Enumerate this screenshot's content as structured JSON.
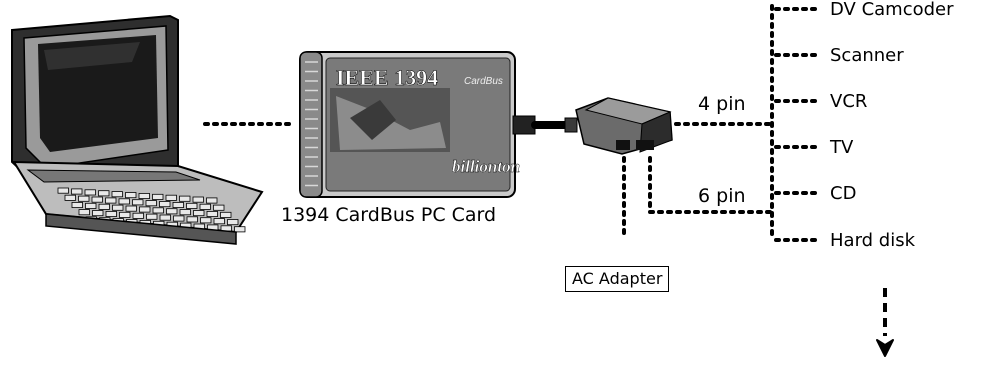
{
  "diagram": {
    "card": {
      "title": "IEEE 1394",
      "subtitle": "CardBus",
      "brand": "billionton",
      "caption": "1394 CardBus PC Card"
    },
    "connectors": {
      "pin4_label": "4 pin",
      "pin6_label": "6 pin",
      "ac_adapter_label": "AC Adapter"
    },
    "devices": [
      "DV Camcoder",
      "Scanner",
      "VCR",
      "TV",
      "CD",
      "Hard disk"
    ]
  }
}
